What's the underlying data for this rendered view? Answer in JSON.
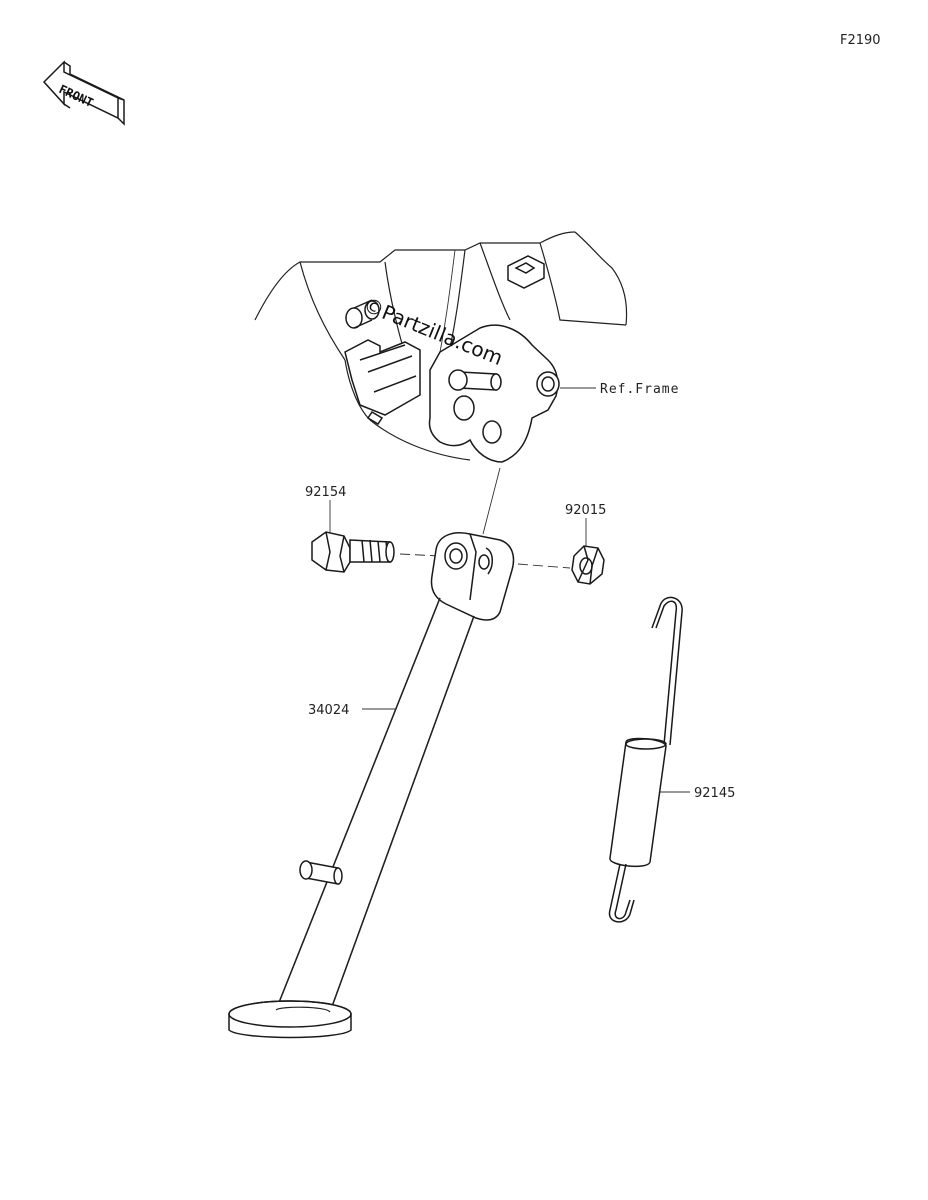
{
  "diagram": {
    "code": "F2190",
    "front_label": "FRONT",
    "watermark": "©Partzilla.com",
    "reference": "Ref.Frame",
    "parts": [
      {
        "number": "92154"
      },
      {
        "number": "92015"
      },
      {
        "number": "34024"
      },
      {
        "number": "92145"
      }
    ]
  }
}
